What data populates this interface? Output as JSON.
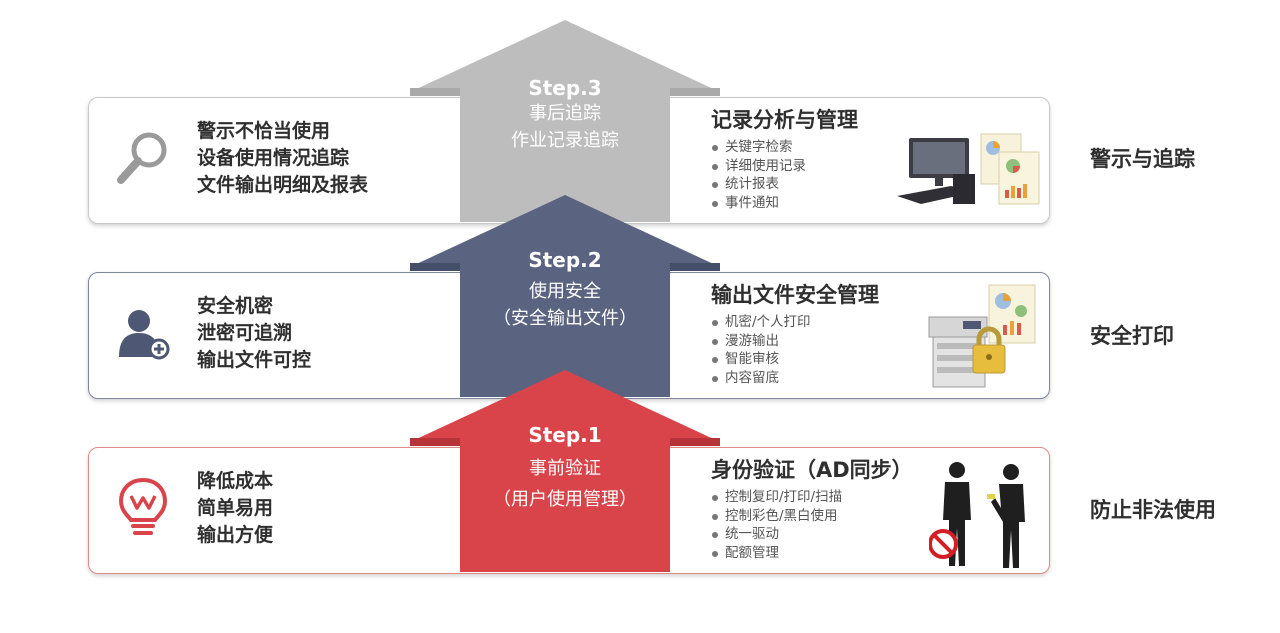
{
  "steps": [
    {
      "id": "step3",
      "step_label": "Step.3",
      "arrow_lines": [
        "事后追踪",
        "作业记录追踪"
      ],
      "left_lines": [
        "警示不恰当使用",
        "设备使用情况追踪",
        "文件输出明细及报表"
      ],
      "right_title": "记录分析与管理",
      "bullets": [
        "关键字检索",
        "详细使用记录",
        "统计报表",
        "事件通知"
      ],
      "side_label": "警示与追踪",
      "color": "#bdbdbd",
      "left_icon": "magnifier-icon",
      "illustration": "computer-report-icon"
    },
    {
      "id": "step2",
      "step_label": "Step.2",
      "arrow_lines": [
        "使用安全",
        "（安全输出文件）"
      ],
      "left_lines": [
        "安全机密",
        "泄密可追溯",
        "输出文件可控"
      ],
      "right_title": "输出文件安全管理",
      "bullets": [
        "机密/个人打印",
        "漫游输出",
        "智能审核",
        "内容留底"
      ],
      "side_label": "安全打印",
      "color": "#5a6480",
      "left_icon": "user-add-icon",
      "illustration": "printer-lock-icon"
    },
    {
      "id": "step1",
      "step_label": "Step.1",
      "arrow_lines": [
        "事前验证",
        "（用户使用管理）"
      ],
      "left_lines": [
        "降低成本",
        "简单易用",
        "输出方便"
      ],
      "right_title": "身份验证（AD同步）",
      "bullets": [
        "控制复印/打印/扫描",
        "控制彩色/黑白使用",
        "统一驱动",
        "配额管理"
      ],
      "side_label": "防止非法使用",
      "color": "#d9444a",
      "left_icon": "lightbulb-icon",
      "illustration": "identity-check-icon"
    }
  ]
}
